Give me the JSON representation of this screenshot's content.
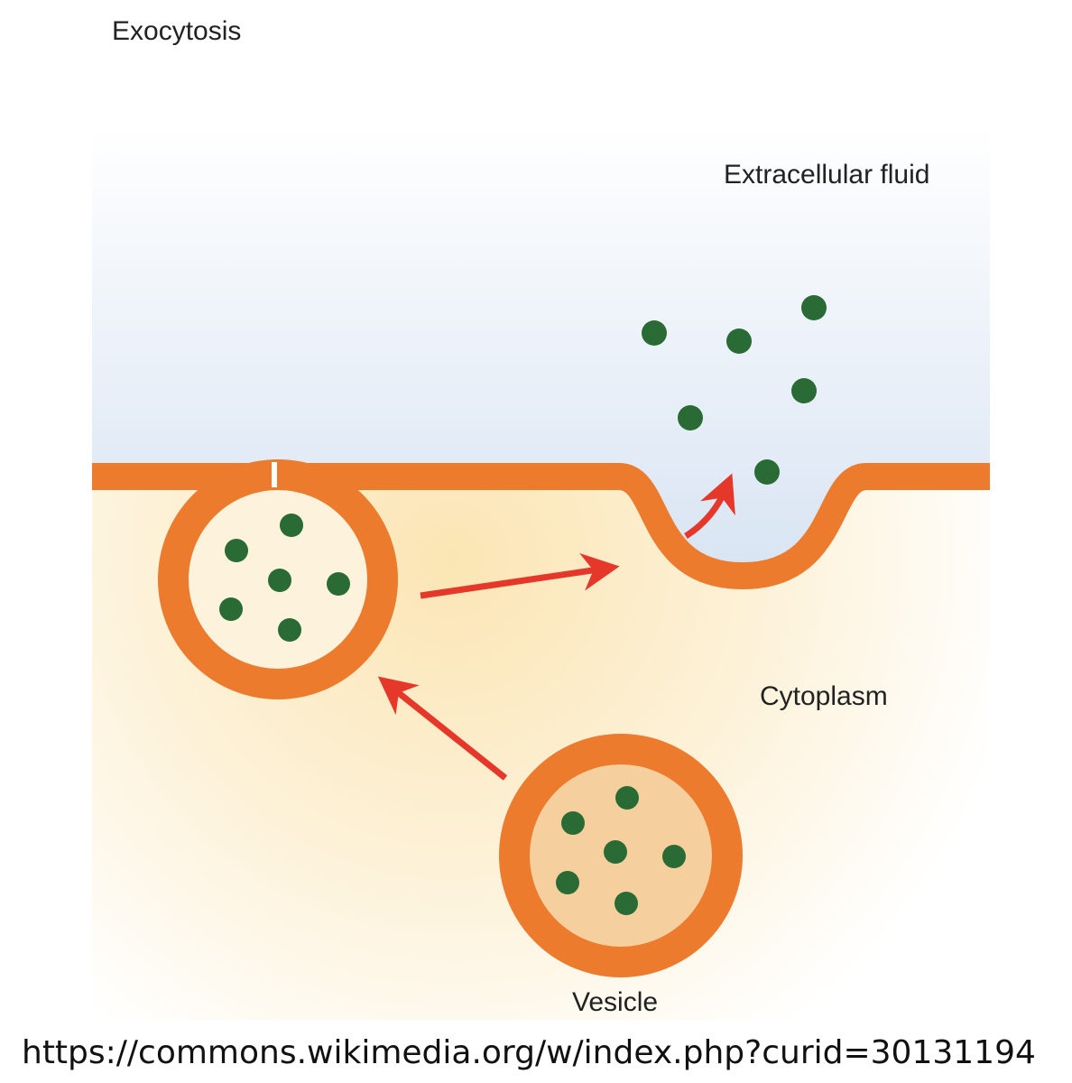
{
  "title": "Exocytosis",
  "labels": {
    "extracellular": "Extracellular fluid",
    "cytoplasm": "Cytoplasm",
    "vesicle": "Vesicle"
  },
  "source_url": "https://commons.wikimedia.org/w/index.php?curid=30131194",
  "colors": {
    "membrane": "#ec7b2e",
    "membrane_edge": "#c8591a",
    "cargo": "#2a6a34",
    "arrow": "#e5382a",
    "extracellular_top": "#ffffff",
    "extracellular_bottom": "#d8e4f3",
    "cytoplasm_center": "#fbe5b4",
    "cytoplasm_edge": "#ffffff",
    "vesicle_interior": "#f6cf9f"
  }
}
